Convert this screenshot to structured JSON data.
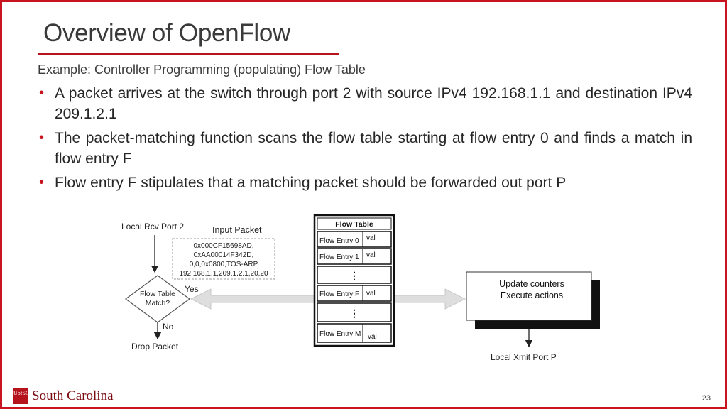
{
  "slide": {
    "title": "Overview of OpenFlow",
    "subtitle": "Example: Controller Programming (populating) Flow Table",
    "bullets": [
      "A packet arrives at the switch through port 2 with source IPv4 192.168.1.1 and destination IPv4 209.1.2.1",
      "The packet-matching function scans the flow table starting at flow entry 0 and finds a match in flow entry F",
      "Flow entry F stipulates that a matching packet should be forwarded out port P"
    ],
    "page_number": "23",
    "accent_color": "#c8141e"
  },
  "logo": {
    "badge_top": "UofSC",
    "text": "South Carolina"
  },
  "diagram": {
    "local_rcv": "Local Rcv Port 2",
    "input_packet_label": "Input Packet",
    "packet_lines": [
      "0x000CF15698AD,",
      "0xAA00014F342D,",
      "0,0,0x0800,TOS-ARP",
      "192.168.1.1,209.1.2.1,20,20"
    ],
    "decision_line1": "Flow Table",
    "decision_line2": "Match?",
    "yes_label": "Yes",
    "no_label": "No",
    "drop_packet": "Drop Packet",
    "flow_table_header": "Flow Table",
    "entries": [
      {
        "name": "Flow Entry 0",
        "val": "val"
      },
      {
        "name": "Flow Entry 1",
        "val": "val"
      },
      {
        "name": "Flow Entry F",
        "val": "val"
      },
      {
        "name": "Flow Entry M",
        "val": "val"
      }
    ],
    "ellipsis": "⋮",
    "action_line1": "Update counters",
    "action_line2": "Execute actions",
    "local_xmit": "Local Xmit Port P"
  }
}
